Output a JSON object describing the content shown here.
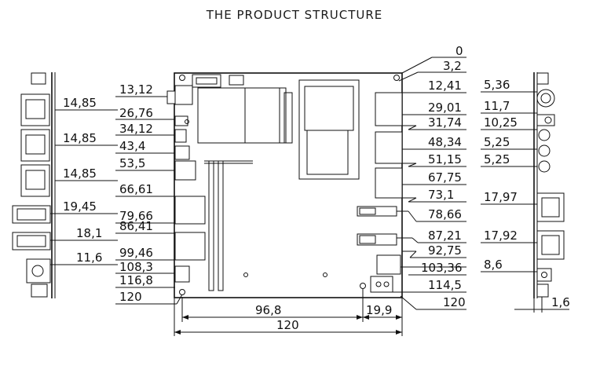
{
  "title": "THE PRODUCT STRUCTURE",
  "left_side_labels": [
    "14,85",
    "14,85",
    "14,85",
    "19,45",
    "18,1",
    "11,6"
  ],
  "board_left_labels": [
    "13,12",
    "26,76",
    "34,12",
    "43,4",
    "53,5",
    "66,61",
    "79,66",
    "86,41",
    "99,46",
    "108,3",
    "116,8",
    "120"
  ],
  "board_right_labels": [
    "0",
    "3,2",
    "12,41",
    "29,01",
    "31,74",
    "48,34",
    "51,15",
    "67,75",
    "73,1",
    "78,66",
    "87,21",
    "92,75",
    "103,36",
    "114,5",
    "120"
  ],
  "bottom_labels": [
    "96,8",
    "19,9",
    "120"
  ],
  "right_side_labels": [
    "5,36",
    "11,7",
    "10,25",
    "5,25",
    "5,25",
    "17,97",
    "17,92",
    "8,6",
    "1,6"
  ]
}
